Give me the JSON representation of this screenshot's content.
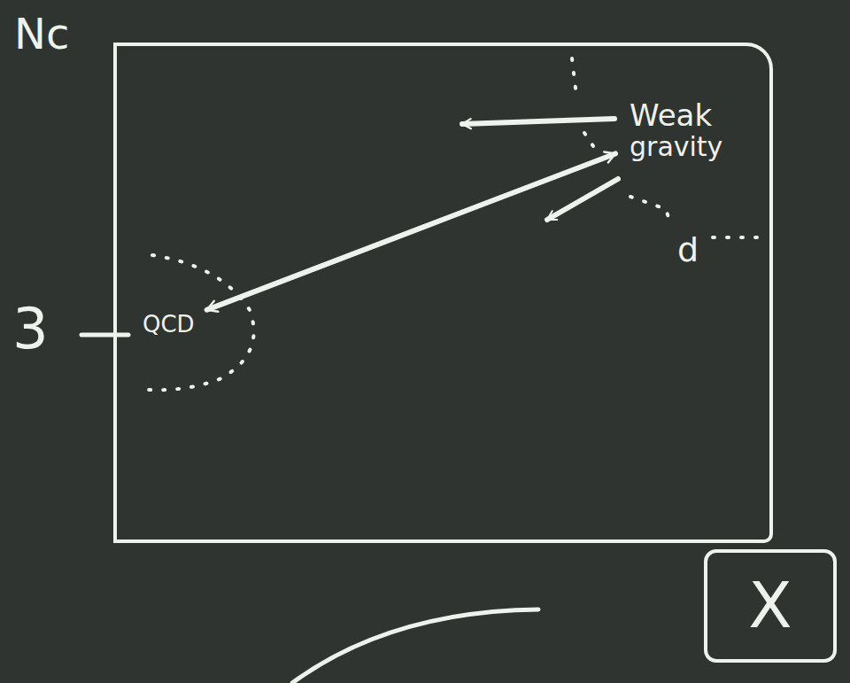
{
  "diagram": {
    "nodes": [
      {
        "text": [
          "Nc"
        ]
      },
      {
        "text": [
          "QCD"
        ],
        "in": 0
      },
      {
        "text": [
          "Weak",
          "gravity"
        ],
        "in": 0
      },
      {
        "text": [
          "X"
        ]
      }
    ],
    "edges": [
      {
        "from": 2,
        "to": 1,
        "arrow": "both"
      }
    ],
    "labels": [
      "3",
      "d"
    ]
  }
}
